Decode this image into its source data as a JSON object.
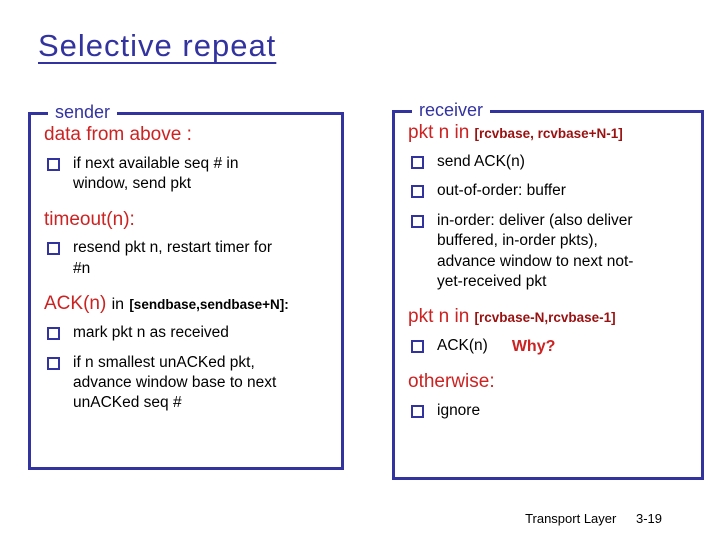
{
  "title": "Selective repeat",
  "colors": {
    "blue": "#3333A0",
    "red": "#CC2222",
    "dark_red": "#991111"
  },
  "sender": {
    "label": "sender",
    "sections": [
      {
        "heading": "data from above :",
        "bullets": [
          "if next available seq # in window, send pkt"
        ]
      },
      {
        "heading": "timeout(n):",
        "bullets": [
          "resend pkt n, restart timer for #n"
        ]
      },
      {
        "heading": "ACK(n)",
        "heading_suffix": "in",
        "heading_bracket": "[sendbase,sendbase+N]:",
        "bullets": [
          "mark pkt n as received",
          "if n smallest unACKed pkt, advance window base to next unACKed seq #"
        ]
      }
    ]
  },
  "receiver": {
    "label": "receiver",
    "sections": [
      {
        "heading": "pkt n in",
        "heading_bracket": "[rcvbase, rcvbase+N-1]",
        "bullets": [
          "send ACK(n)",
          "out-of-order: buffer",
          "in-order: deliver (also deliver buffered, in-order pkts), advance window to next not-yet-received pkt"
        ]
      },
      {
        "heading": "pkt n in",
        "heading_bracket": "[rcvbase-N,rcvbase-1]",
        "bullets": [
          "ACK(n)"
        ],
        "bullet_note": "Why?"
      },
      {
        "heading": "otherwise:",
        "bullets": [
          "ignore"
        ]
      }
    ]
  },
  "footer": {
    "label": "Transport Layer",
    "page": "3-19"
  }
}
